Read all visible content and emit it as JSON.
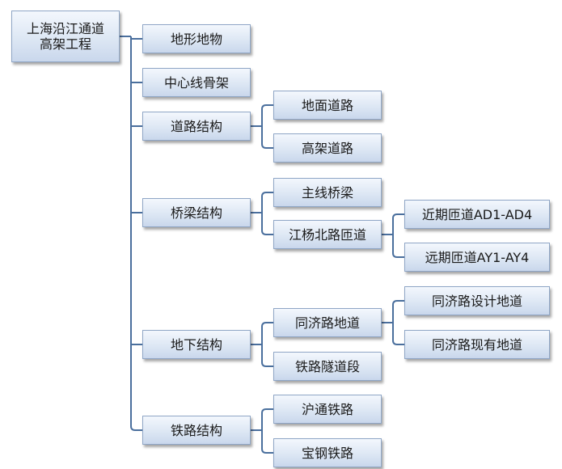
{
  "diagram": {
    "nodes": [
      {
        "id": "root",
        "label": "上海沿江通道\n高架工程"
      },
      {
        "id": "n1",
        "label": "地形地物"
      },
      {
        "id": "n2",
        "label": "中心线骨架"
      },
      {
        "id": "n3",
        "label": "道路结构"
      },
      {
        "id": "n3a",
        "label": "地面道路"
      },
      {
        "id": "n3b",
        "label": "高架道路"
      },
      {
        "id": "n4",
        "label": "桥梁结构"
      },
      {
        "id": "n4a",
        "label": "主线桥梁"
      },
      {
        "id": "n4b",
        "label": "江杨北路匝道"
      },
      {
        "id": "n4b1",
        "label": "近期匝道AD1-AD4"
      },
      {
        "id": "n4b2",
        "label": "远期匝道AY1-AY4"
      },
      {
        "id": "n5",
        "label": "地下结构"
      },
      {
        "id": "n5a",
        "label": "同济路地道"
      },
      {
        "id": "n5a1",
        "label": "同济路设计地道"
      },
      {
        "id": "n5a2",
        "label": "同济路现有地道"
      },
      {
        "id": "n5b",
        "label": "铁路隧道段"
      },
      {
        "id": "n6",
        "label": "铁路结构"
      },
      {
        "id": "n6a",
        "label": "沪通铁路"
      },
      {
        "id": "n6b",
        "label": "宝钢铁路"
      }
    ],
    "edges": [
      [
        "root",
        "n1"
      ],
      [
        "root",
        "n2"
      ],
      [
        "root",
        "n3"
      ],
      [
        "root",
        "n4"
      ],
      [
        "root",
        "n5"
      ],
      [
        "root",
        "n6"
      ],
      [
        "n3",
        "n3a"
      ],
      [
        "n3",
        "n3b"
      ],
      [
        "n4",
        "n4a"
      ],
      [
        "n4",
        "n4b"
      ],
      [
        "n4b",
        "n4b1"
      ],
      [
        "n4b",
        "n4b2"
      ],
      [
        "n5",
        "n5a"
      ],
      [
        "n5",
        "n5b"
      ],
      [
        "n5a",
        "n5a1"
      ],
      [
        "n5a",
        "n5a2"
      ],
      [
        "n6",
        "n6a"
      ],
      [
        "n6",
        "n6b"
      ]
    ]
  }
}
